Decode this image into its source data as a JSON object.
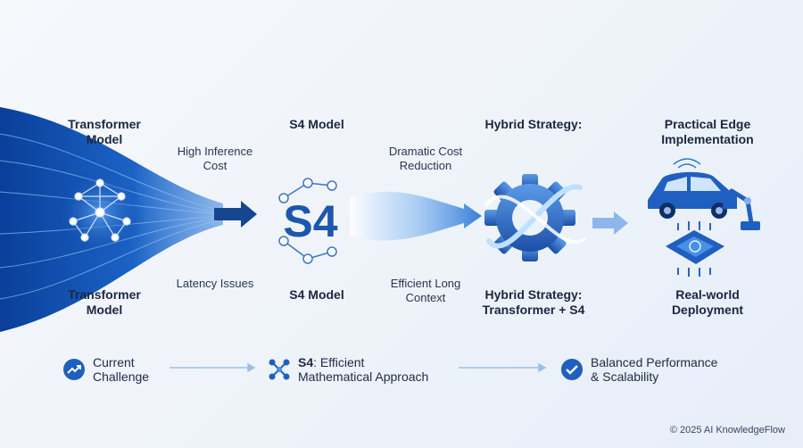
{
  "stages": {
    "transformer": {
      "top_title": "Transformer Model",
      "bottom_title": "Transformer Model"
    },
    "s4": {
      "top_title": "S4 Model",
      "bottom_title": "S4 Model",
      "logo_text": "S4"
    },
    "hybrid": {
      "top_title": "Hybrid Strategy:",
      "bottom_title": "Hybrid Strategy: Transformer + S4"
    },
    "edge": {
      "top_title": "Practical Edge Implementation",
      "bottom_title": "Real-world Deployment"
    }
  },
  "annotations": {
    "problem_top": "High Inference Cost",
    "problem_bottom": "Latency Issues",
    "benefit_top": "Dramatic Cost Reduction",
    "benefit_bottom": "Efficient Long Context"
  },
  "summary": {
    "step1": {
      "line1": "Current",
      "line2": "Challenge",
      "icon": "trend-up-icon"
    },
    "step2": {
      "bold": "S4",
      "rest": ": Efficient",
      "line2": "Mathematical Approach",
      "icon": "network-nodes-icon"
    },
    "step3": {
      "line1": "Balanced Performance",
      "line2": "& Scalability",
      "icon": "check-circle-icon"
    }
  },
  "footer": "© 2025 AI KnowledgeFlow",
  "colors": {
    "primary": "#1f5fbf",
    "dark": "#0f3d8c",
    "light": "#7fb2ec",
    "text": "#1b2640"
  }
}
